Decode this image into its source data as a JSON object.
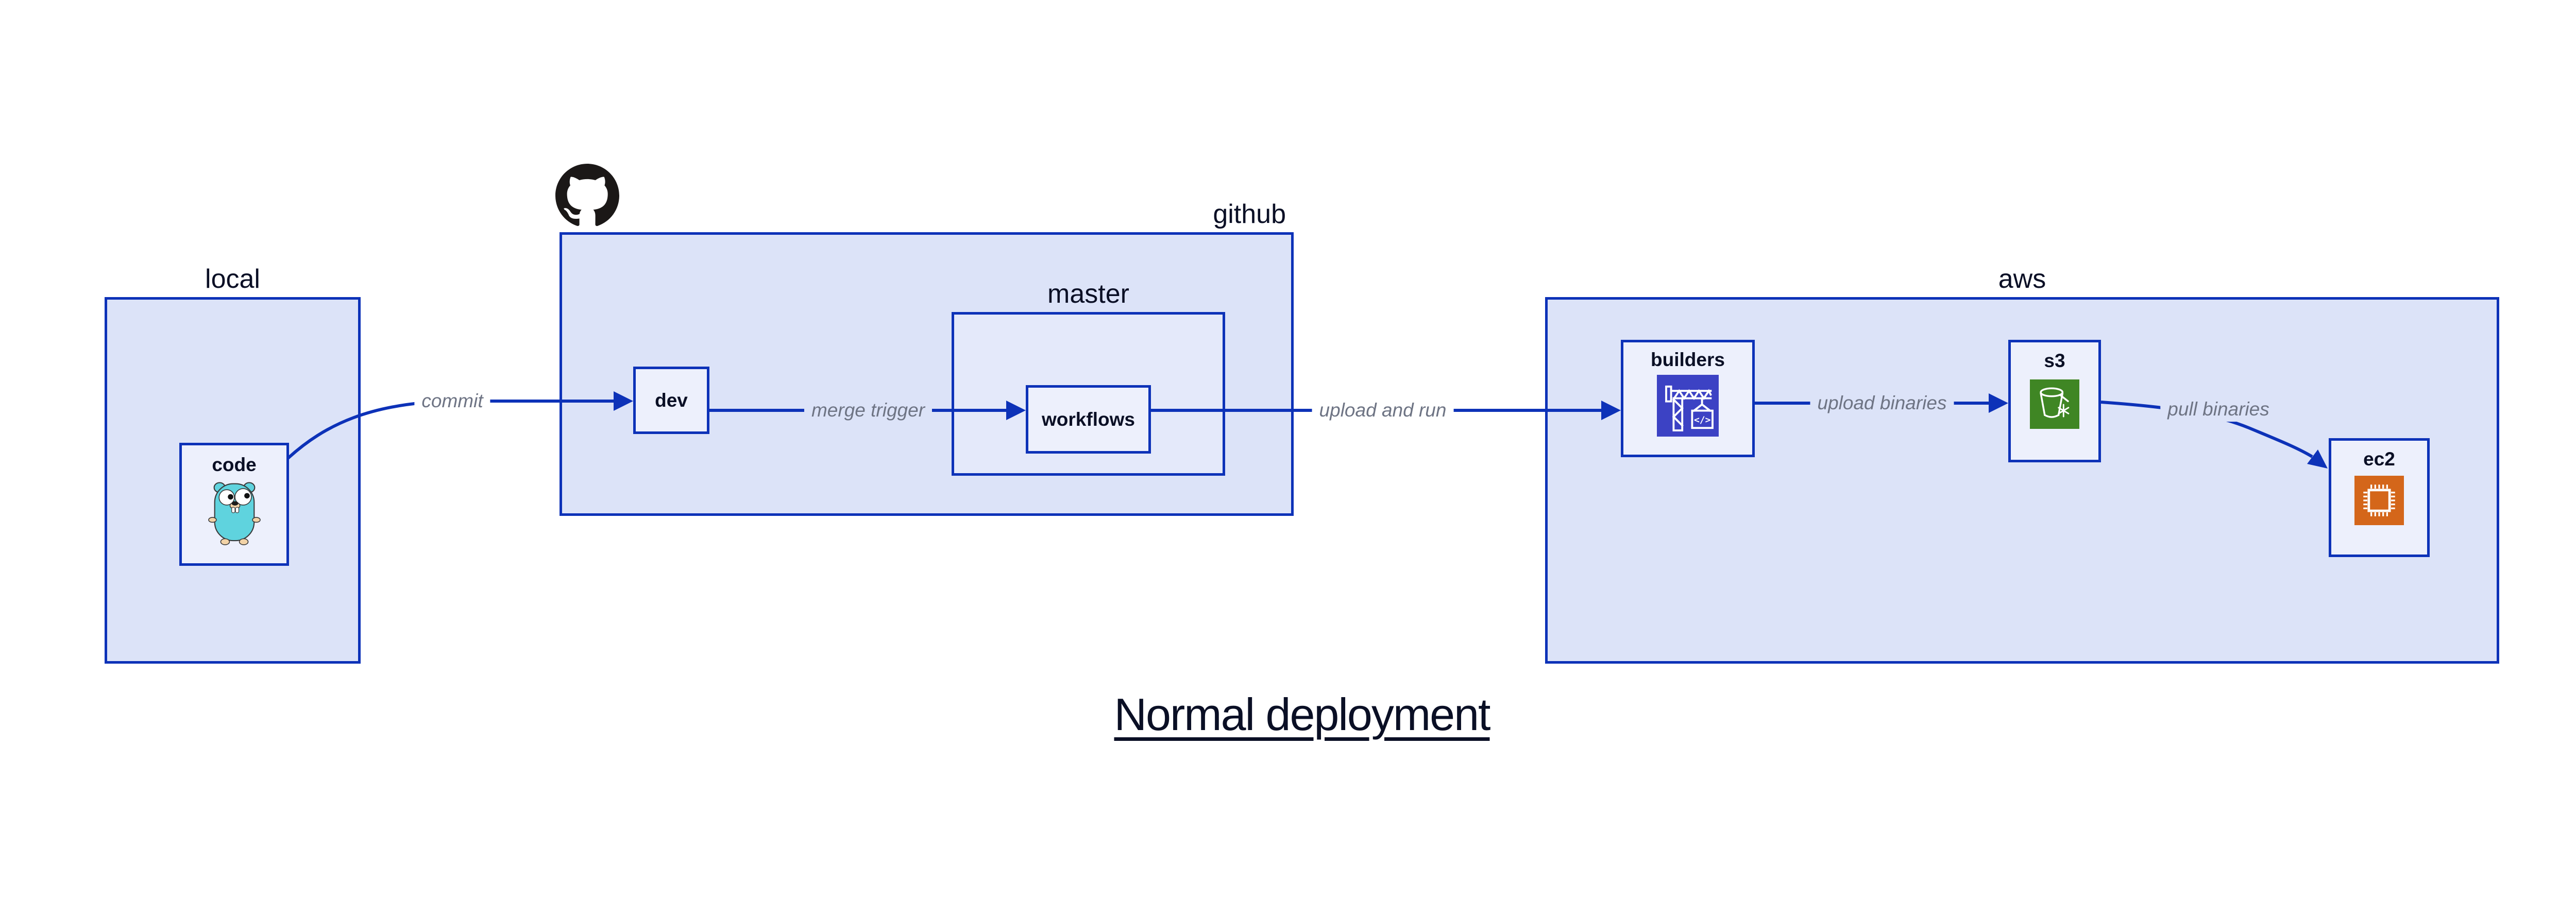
{
  "title": "Normal deployment",
  "containers": {
    "local": {
      "label": "local"
    },
    "github": {
      "label": "github"
    },
    "master": {
      "label": "master"
    },
    "aws": {
      "label": "aws"
    }
  },
  "nodes": {
    "code": {
      "label": "code"
    },
    "dev": {
      "label": "dev"
    },
    "workflows": {
      "label": "workflows"
    },
    "builders": {
      "label": "builders"
    },
    "s3": {
      "label": "s3"
    },
    "ec2": {
      "label": "ec2"
    }
  },
  "edges": {
    "commit": {
      "label": "commit"
    },
    "merge_trigger": {
      "label": "merge trigger"
    },
    "upload_and_run": {
      "label": "upload and run"
    },
    "upload_binaries": {
      "label": "upload binaries"
    },
    "pull_binaries": {
      "label": "pull binaries"
    }
  },
  "icons": {
    "github_logo": "github-octocat-logo",
    "code_icon": "go-gopher",
    "builders_icon": "aws-codebuild-crane",
    "builders_glyph": "</>",
    "s3_icon": "aws-s3-glacier-bucket",
    "ec2_icon": "aws-ec2-chip"
  },
  "colors": {
    "accent_blue": "#0D32B8",
    "container_fill": "#DCE3F8",
    "node_fill": "#EDF0FC",
    "text_navy": "#0A0F25",
    "edge_label_gray": "#6E7484",
    "github_black": "#1B1817",
    "builders_icon_bg": "#3C42C4",
    "s3_icon_bg": "#3F8624",
    "ec2_icon_bg": "#D4661A",
    "gopher_teal": "#5FD3DE"
  }
}
